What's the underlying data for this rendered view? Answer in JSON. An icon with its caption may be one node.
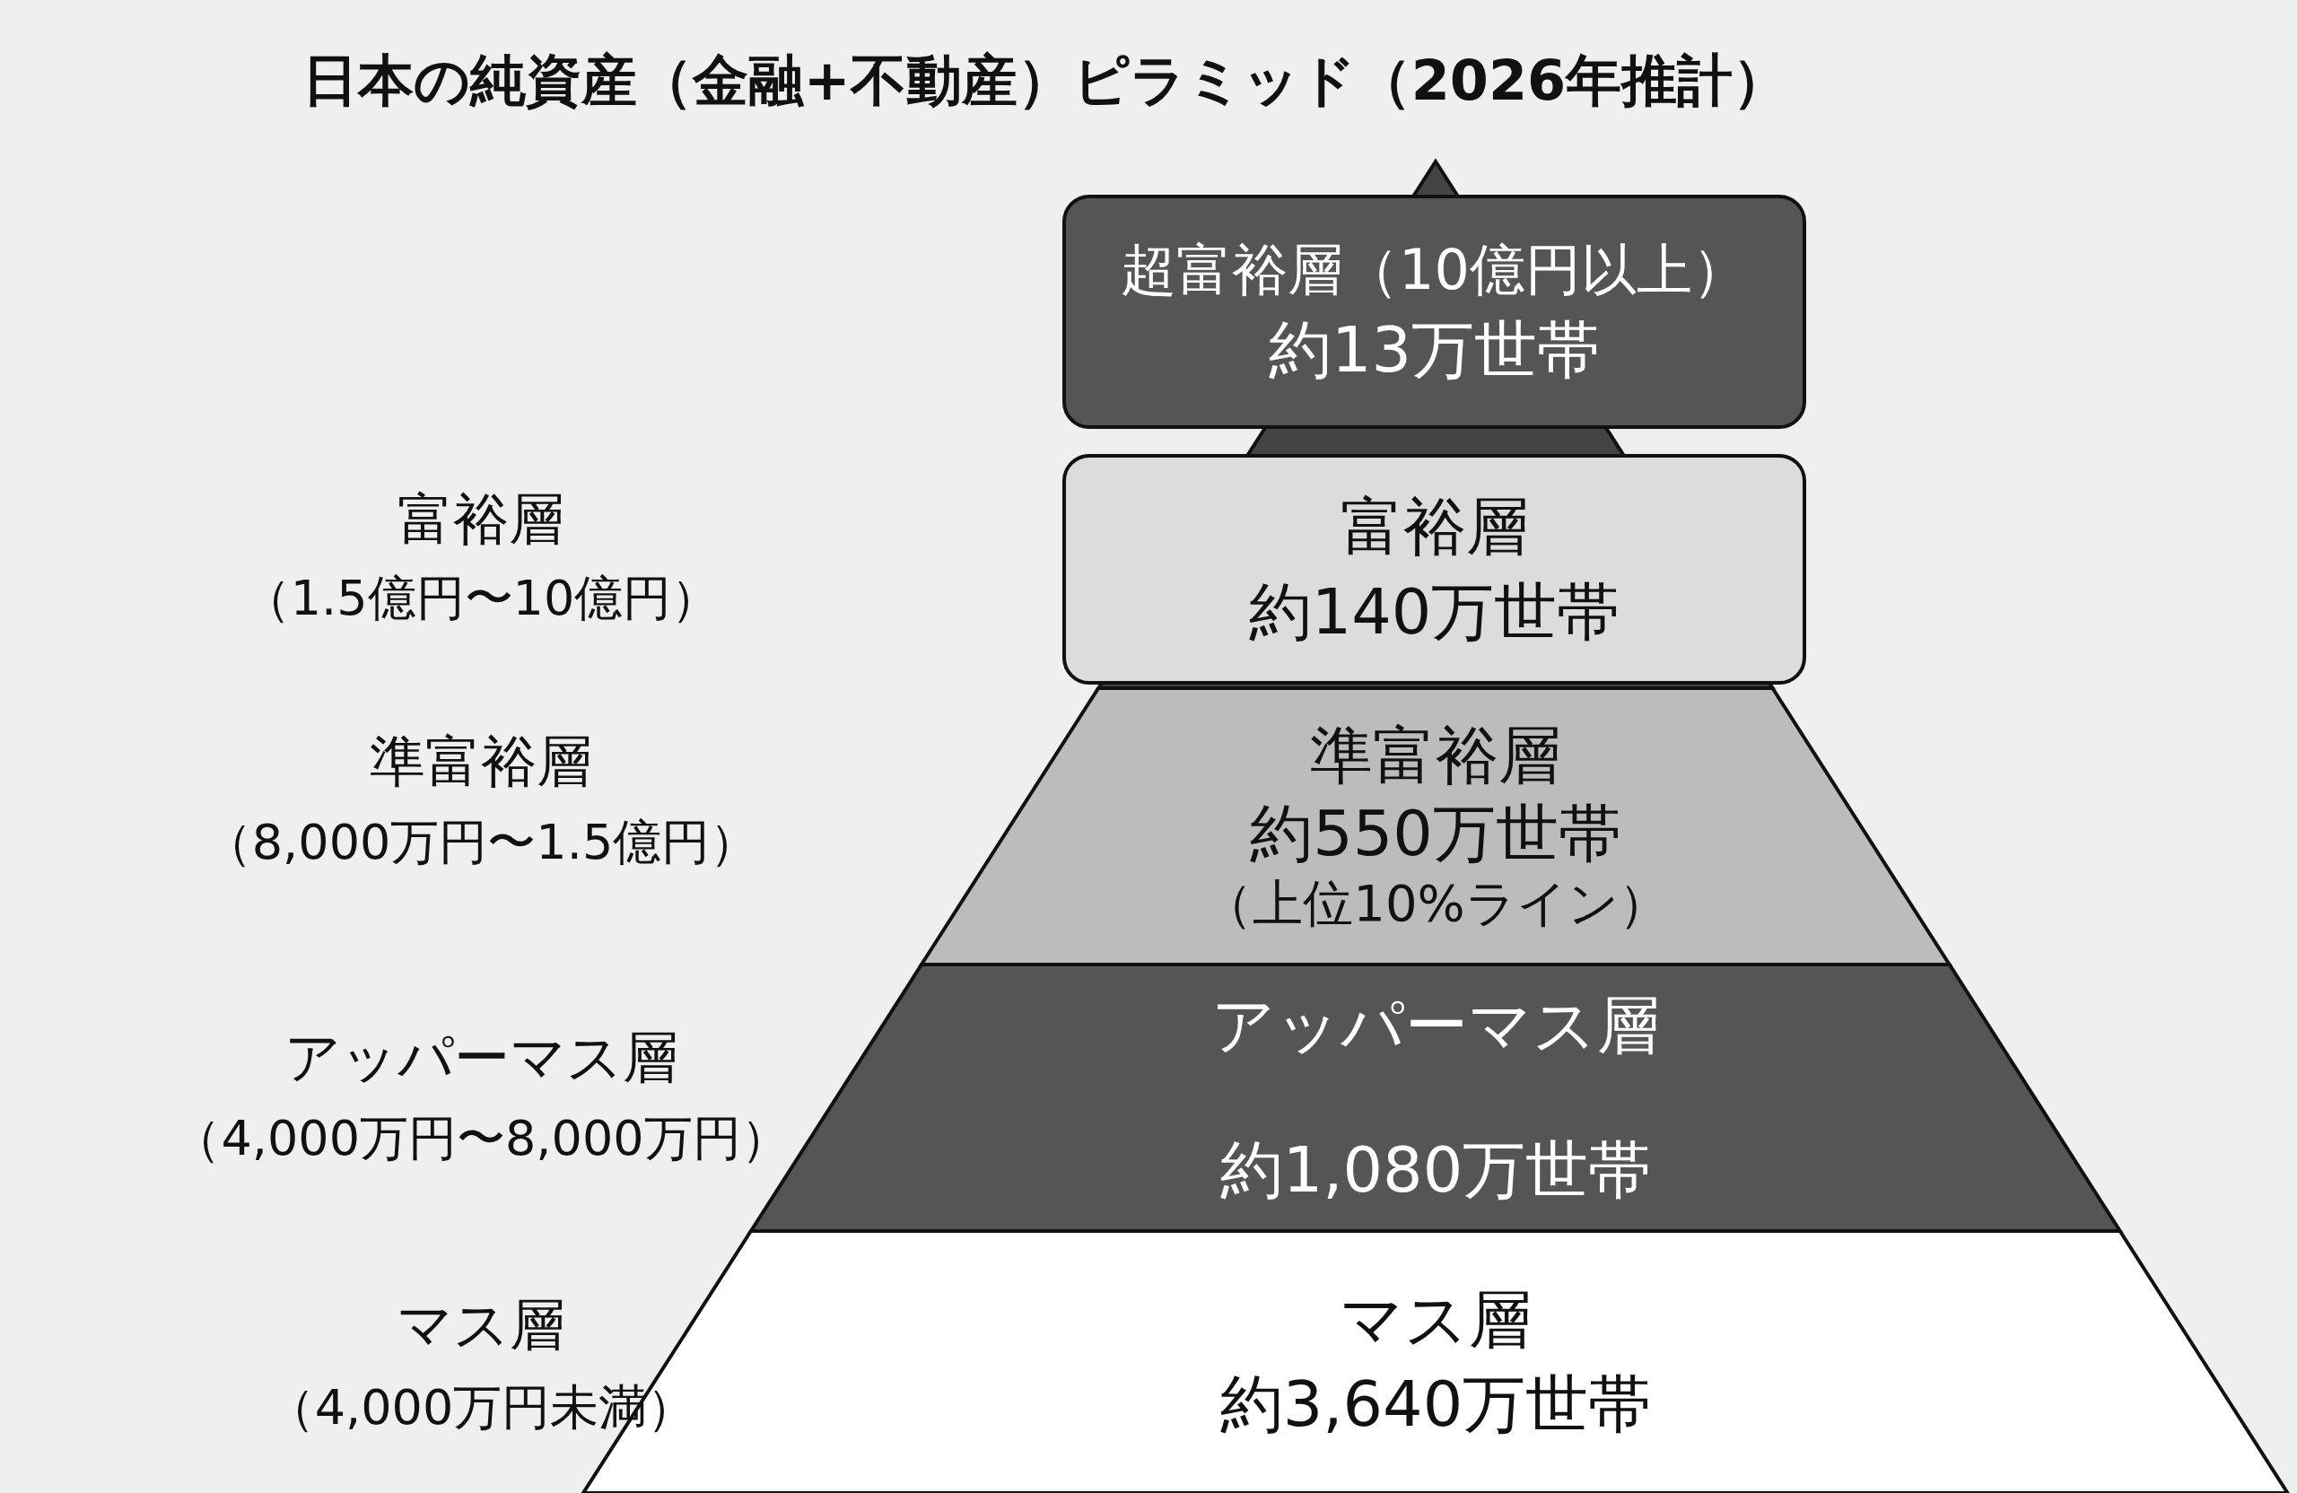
{
  "diagram": {
    "title": "日本の純資産（金融+不動産）ピラミッド（2026年推計）",
    "nodes": [
      {
        "text": [
          "超富裕層（10億円以上）",
          "約13万世帯"
        ]
      },
      {
        "text": [
          "富裕層",
          "約140万世帯"
        ]
      },
      {
        "text": [
          "準富裕層",
          "約550万世帯",
          "（上位10%ライン）"
        ]
      },
      {
        "text": [
          "アッパーマス層",
          "約1,080万世帯"
        ]
      },
      {
        "text": [
          "マス層",
          "約3,640万世帯"
        ]
      }
    ],
    "edges": [],
    "labels": [
      "富裕層",
      "（1.5億円〜10億円）",
      "準富裕層",
      "（8,000万円〜1.5億円）",
      "アッパーマス層",
      "（4,000万円〜8,000万円）",
      "マス層",
      "（4,000万円未満）"
    ]
  }
}
